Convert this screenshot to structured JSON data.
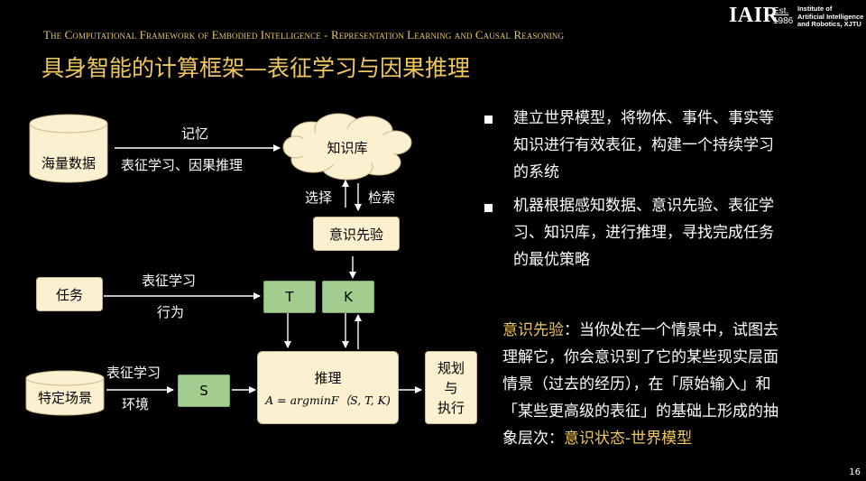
{
  "header": {
    "logo": "IAIR",
    "logo_est_1": "Est.",
    "logo_est_2": "1986",
    "institute_1": "Institute of",
    "institute_2": "Artificial Intelligence",
    "institute_3": "and Robotics, XJTU",
    "subtitle_en": "The Computational Framework of Embodied Intelligence - Representation Learning and Causal Reasoning",
    "title_cn": "具身智能的计算框架—表征学习与因果推理"
  },
  "diagram": {
    "data_cylinder": "海量数据",
    "memory_label": "记忆",
    "repr_causal_label": "表征学习、因果推理",
    "knowledge_base": "知识库",
    "select_label": "选择",
    "retrieve_label": "检索",
    "prior_box": "意识先验",
    "task_box": "任务",
    "task_repr_label": "表征学习",
    "task_behavior_label": "行为",
    "t_box": "T",
    "k_box": "K",
    "scene_cylinder": "特定场景",
    "scene_repr_label": "表征学习",
    "scene_env_label": "环境",
    "s_box": "S",
    "reason_title": "推理",
    "reason_formula": "A = argminF（S, T, K)",
    "plan_1": "规划",
    "plan_2": "与",
    "plan_3": "执行"
  },
  "bullets": [
    {
      "lines": [
        "建立世界模型，将物体、事件、事实等",
        "知识进行有效表征，构建一个持续学习",
        "的系统"
      ]
    },
    {
      "lines": [
        "机器根据感知数据、意识先验、表征学",
        "习、知识库，进行推理，寻找完成任务",
        "的最优策略"
      ]
    }
  ],
  "prior_note": {
    "term": "意识先验",
    "line1_rest": "：当你处在一个情景中，试图去",
    "line2": "理解它，你会意识到了它的某些现实层面",
    "line3": "情景（过去的经历），在「原始输入」和",
    "line4": "「某些更高级的表征」的基础上形成的抽",
    "line5_pre": "象层次：",
    "line5_hl": "意识状态-世界模型"
  },
  "page_number": "16",
  "colors": {
    "accent": "#f0c75e",
    "cream": "#fbf0cf",
    "green": "#a3cd8f",
    "background": "#000000"
  }
}
